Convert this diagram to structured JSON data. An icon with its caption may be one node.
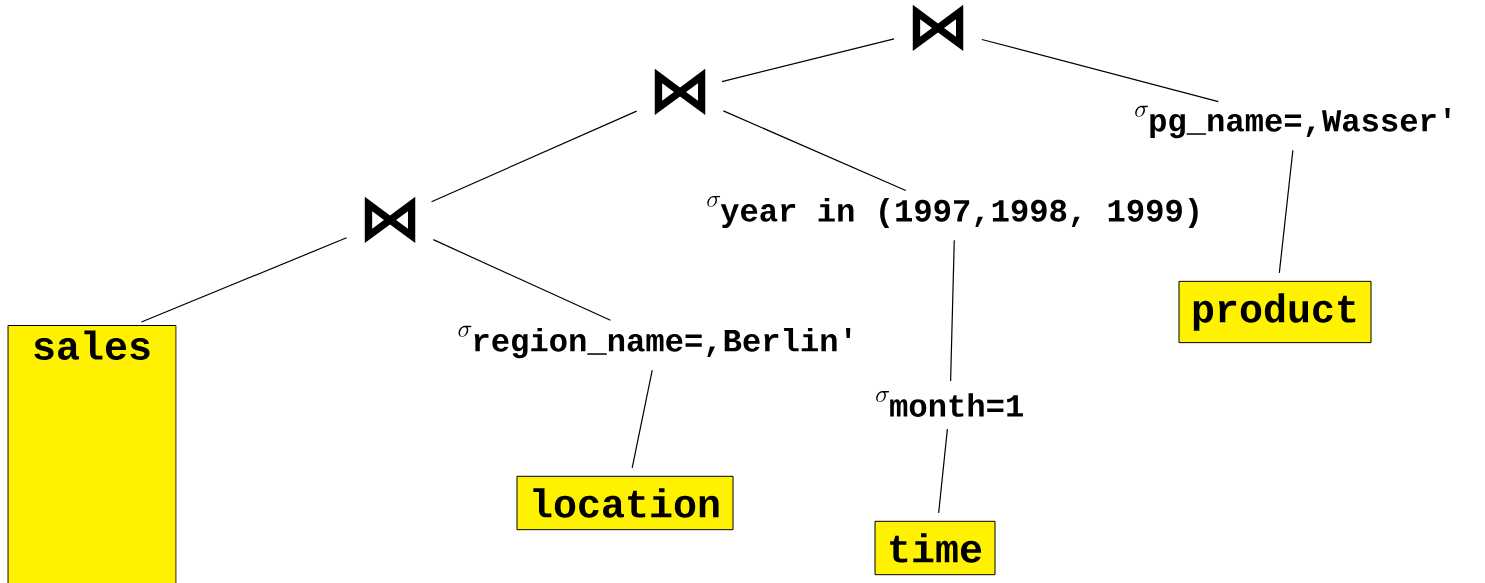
{
  "diagram": {
    "nodes": [
      {
        "text": [
          "⋈"
        ]
      },
      {
        "text": [
          "⋈"
        ]
      },
      {
        "text": [
          "\\sigma_{\\texttt{\\textbf{pg\\_name=,Wasser'}}}"
        ]
      },
      {
        "text": [
          "⋈"
        ]
      },
      {
        "text": [
          "\\sigma_{\\texttt{\\textbf{year in (1997,1998, 1999)}}}"
        ]
      },
      {
        "text": [
          "product"
        ]
      },
      {
        "text": [
          "sales"
        ]
      },
      {
        "text": [
          "\\sigma_{\\texttt{\\textbf{region\\_name=,Berlin'}}}"
        ]
      },
      {
        "text": [
          "\\sigma_{\\texttt{\\textbf{month=1}}}"
        ]
      },
      {
        "text": [
          "location"
        ]
      },
      {
        "text": [
          "time"
        ]
      }
    ],
    "edges": [
      {
        "from": 0,
        "to": 1,
        "arrow": "none"
      },
      {
        "from": 0,
        "to": 2,
        "arrow": "none"
      },
      {
        "from": 1,
        "to": 3,
        "arrow": "none"
      },
      {
        "from": 1,
        "to": 4,
        "arrow": "none"
      },
      {
        "from": 2,
        "to": 5,
        "arrow": "none"
      },
      {
        "from": 3,
        "to": 6,
        "arrow": "none"
      },
      {
        "from": 3,
        "to": 7,
        "arrow": "none"
      },
      {
        "from": 4,
        "to": 8,
        "arrow": "none"
      },
      {
        "from": 7,
        "to": 9,
        "arrow": "none"
      },
      {
        "from": 8,
        "to": 10,
        "arrow": "none"
      }
    ]
  }
}
